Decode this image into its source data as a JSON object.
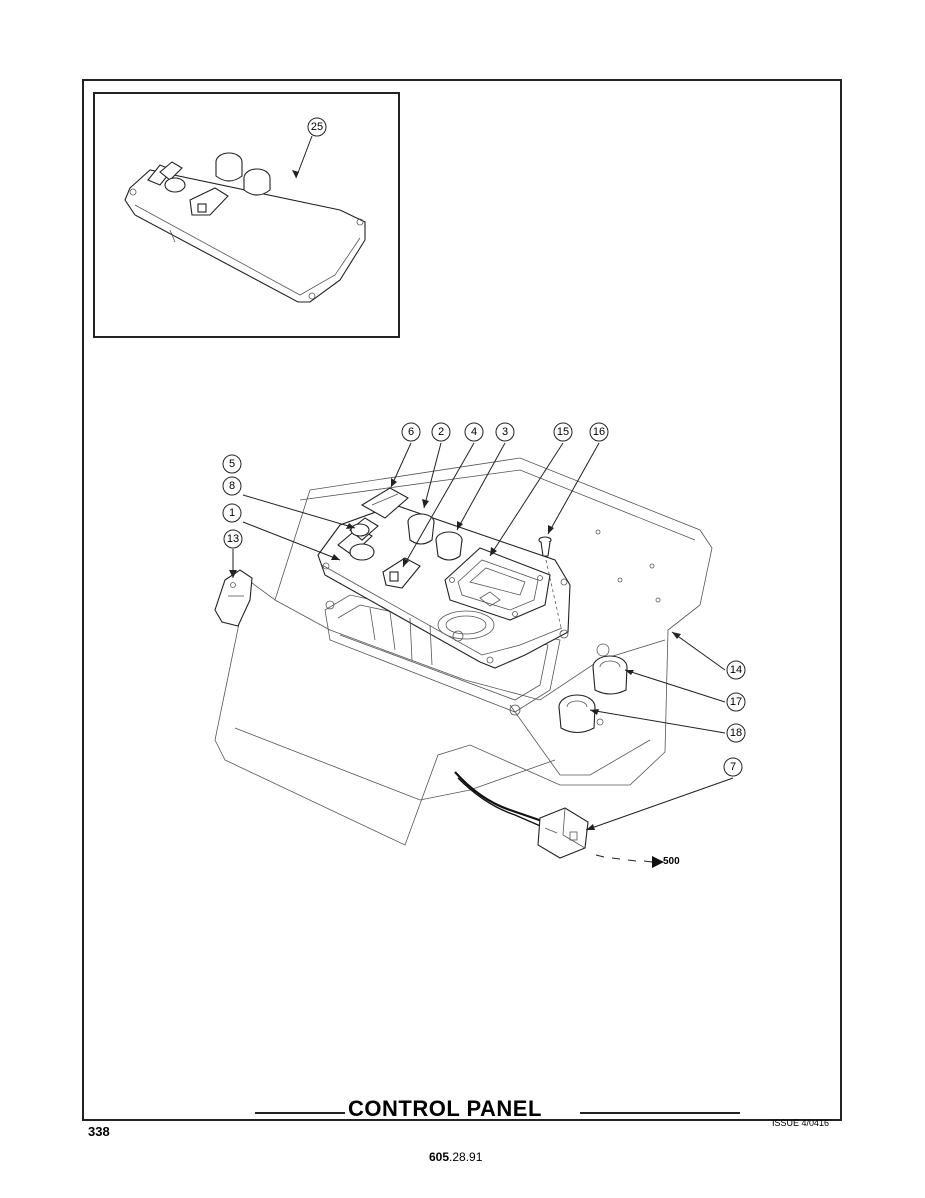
{
  "page": {
    "title": "CONTROL PANEL",
    "page_number": "338",
    "issue": "ISSUE 4/0416",
    "doc_number_bold": "605",
    "doc_number_rest": ".28.91"
  },
  "diagram": {
    "callouts": [
      "25",
      "6",
      "2",
      "4",
      "3",
      "15",
      "16",
      "5",
      "8",
      "1",
      "13",
      "14",
      "17",
      "18",
      "7"
    ],
    "reference": "500"
  }
}
